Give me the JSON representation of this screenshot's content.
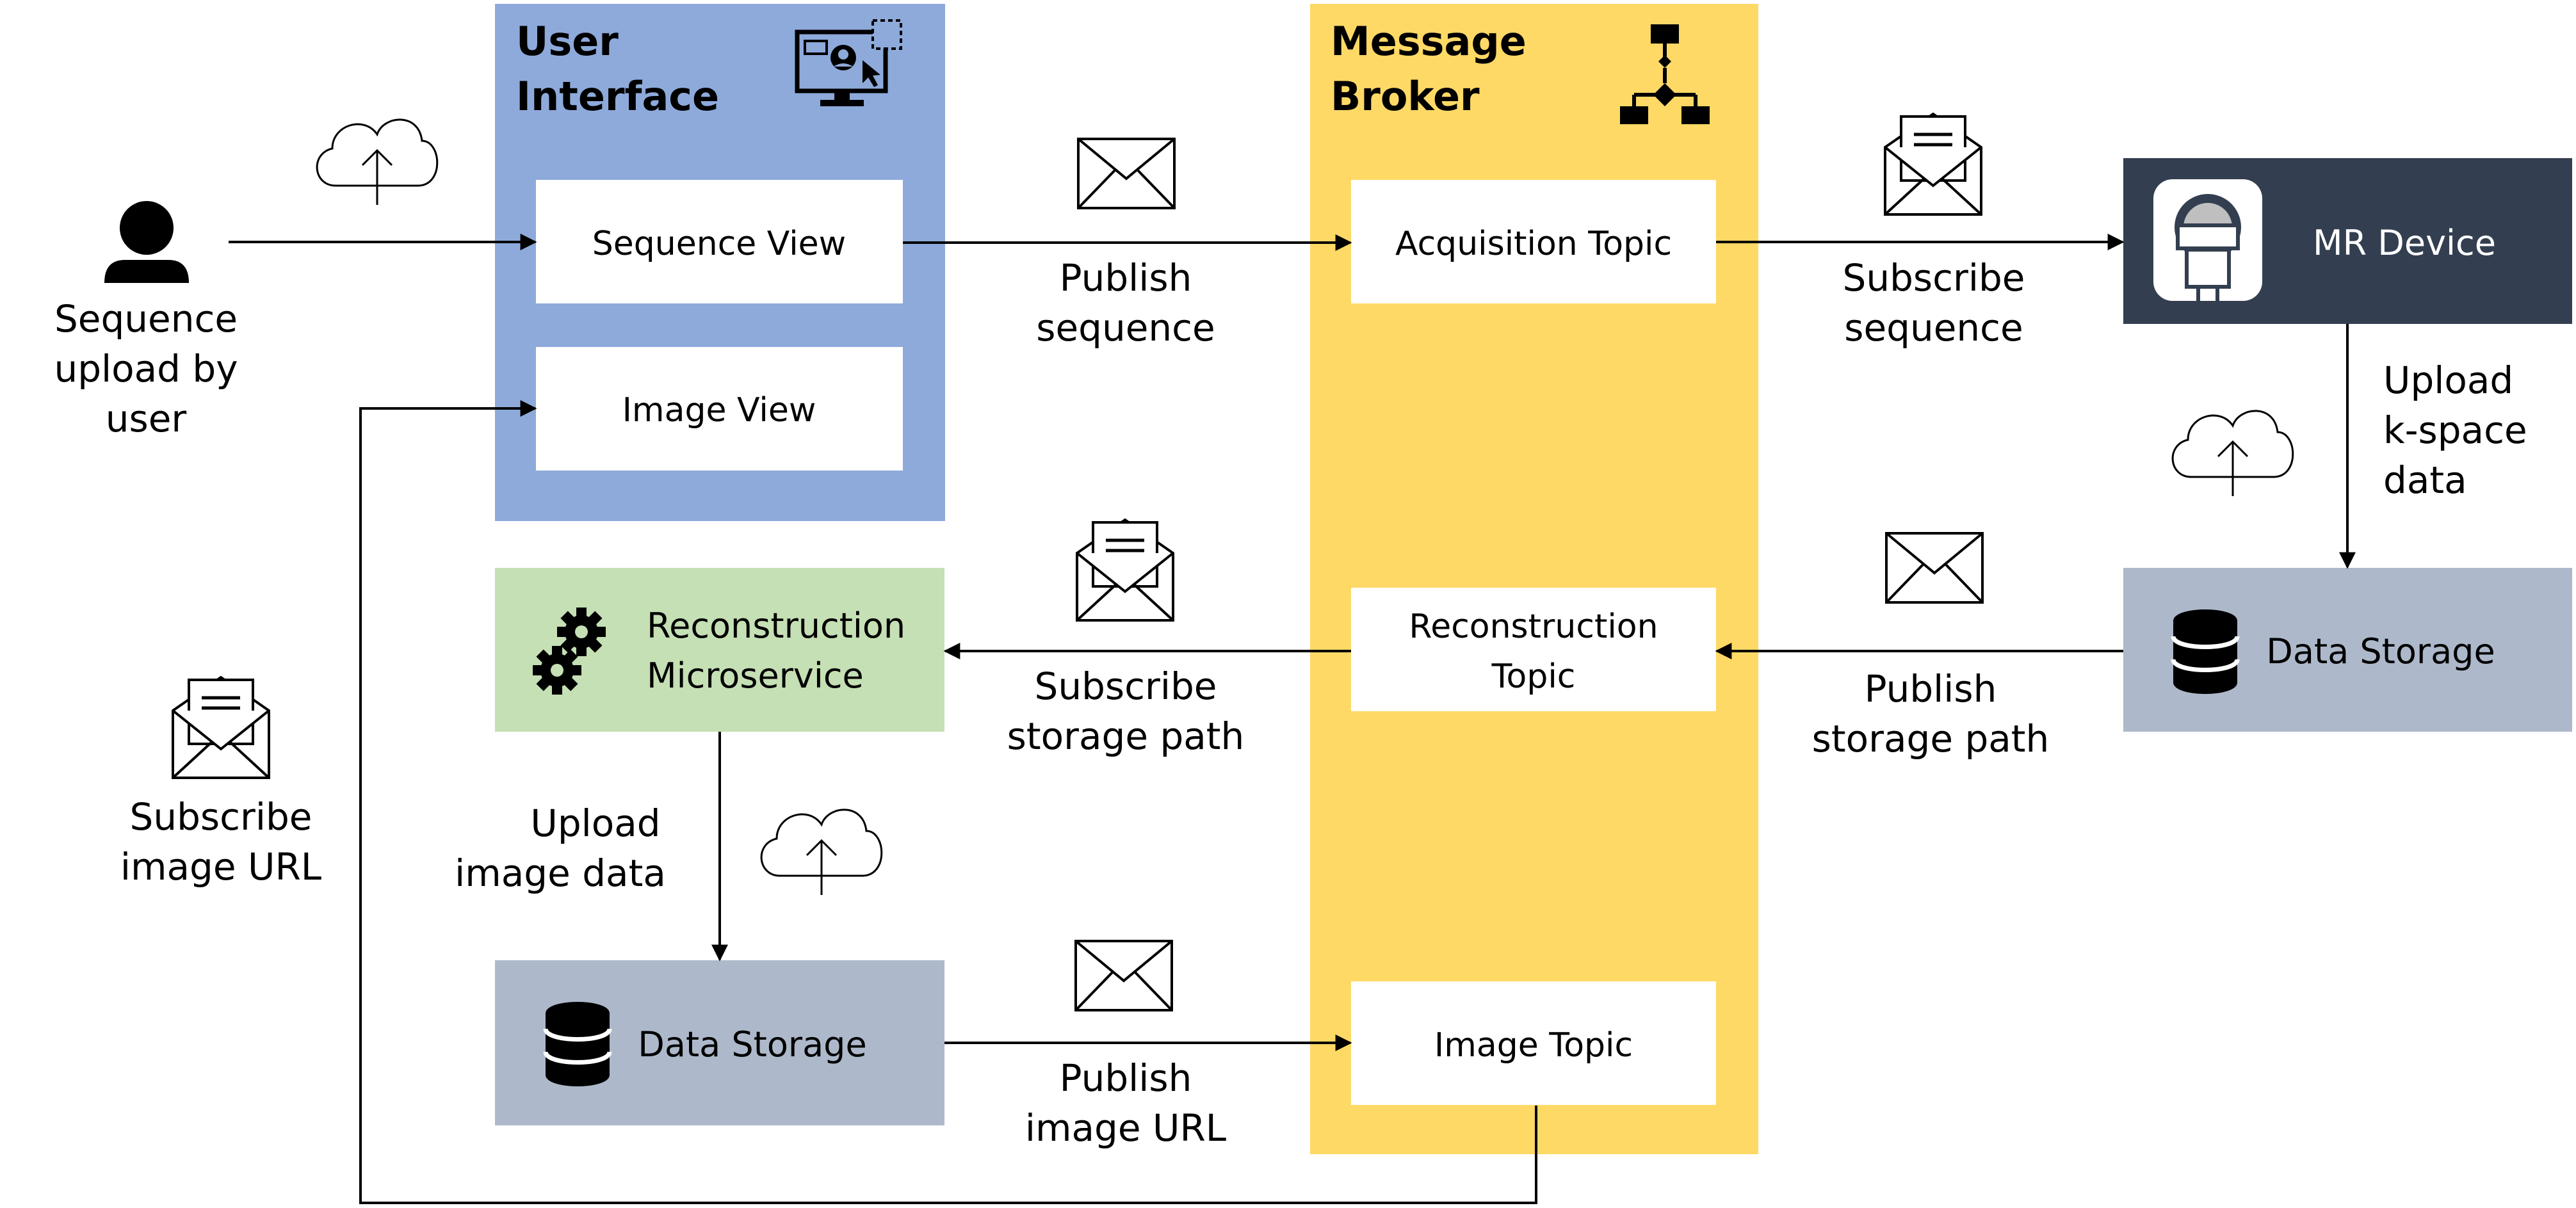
{
  "colors": {
    "ui_panel": "#8eaadb",
    "broker_panel": "#ffd966",
    "recon_box": "#c5e0b4",
    "storage_box": "#adb9ca",
    "mr_box": "#333f50",
    "line": "#000000",
    "white": "#ffffff"
  },
  "panels": {
    "user_interface": {
      "line1": "User",
      "line2": "Interface"
    },
    "message_broker": {
      "line1": "Message",
      "line2": "Broker"
    }
  },
  "user": {
    "line1": "Sequence",
    "line2": "upload by",
    "line3": "user"
  },
  "boxes": {
    "sequence_view": "Sequence View",
    "image_view": "Image View",
    "acquisition_topic": "Acquisition Topic",
    "reconstruction_topic": {
      "line1": "Reconstruction",
      "line2": "Topic"
    },
    "image_topic": "Image Topic",
    "mr_device": "MR Device",
    "data_storage_right": "Data Storage",
    "reconstruction_service": {
      "line1": "Reconstruction",
      "line2": "Microservice"
    },
    "data_storage_bottom": "Data Storage"
  },
  "edge_labels": {
    "publish_sequence": {
      "line1": "Publish",
      "line2": "sequence"
    },
    "subscribe_sequence": {
      "line1": "Subscribe",
      "line2": "sequence"
    },
    "upload_kspace": {
      "line1": "Upload",
      "line2": "k-space",
      "line3": "data"
    },
    "publish_storage_path": {
      "line1": "Publish",
      "line2": "storage path"
    },
    "subscribe_storage_path": {
      "line1": "Subscribe",
      "line2": "storage path"
    },
    "upload_image_data": {
      "line1": "Upload",
      "line2": "image data"
    },
    "publish_image_url": {
      "line1": "Publish",
      "line2": "image URL"
    },
    "subscribe_image_url": {
      "line1": "Subscribe",
      "line2": "image URL"
    }
  },
  "icons": {
    "user": "user-icon",
    "cloud_upload": "cloud-upload-icon",
    "envelope": "envelope-icon",
    "open_envelope": "open-envelope-icon",
    "monitor": "monitor-user-icon",
    "flowchart": "flowchart-icon",
    "mri": "mri-scanner-icon",
    "database": "database-icon",
    "gears": "gears-icon"
  }
}
